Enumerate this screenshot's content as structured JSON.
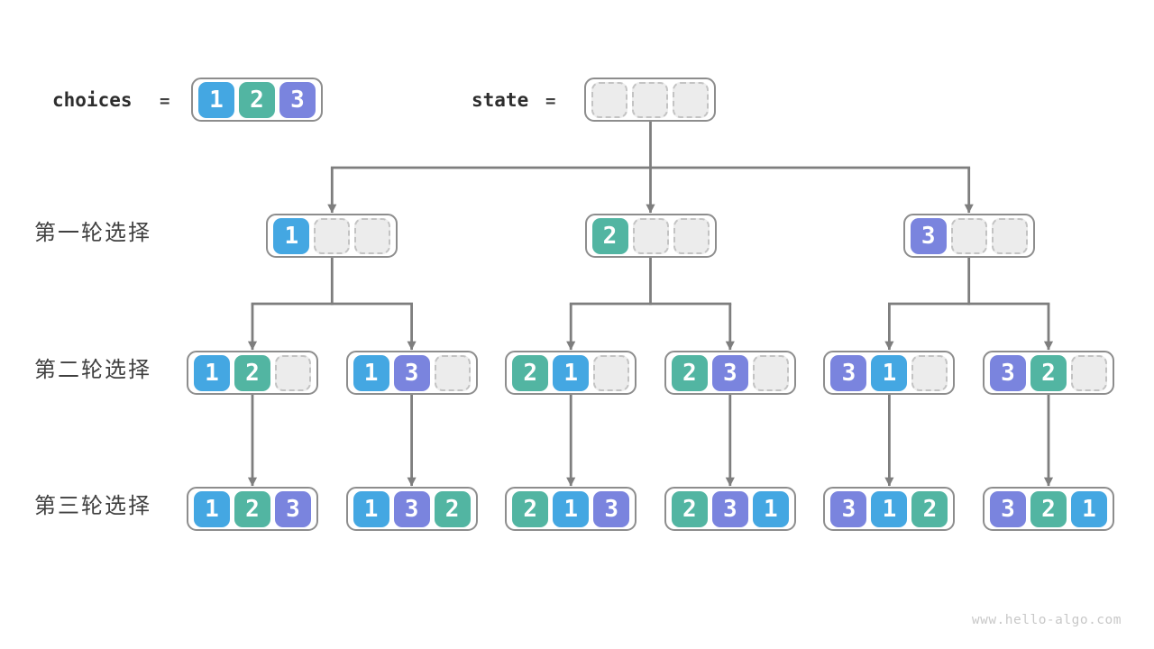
{
  "header": {
    "choices_label": "choices",
    "equals": "=",
    "state_label": "state"
  },
  "choices": [
    "1",
    "2",
    "3"
  ],
  "state": [
    "",
    "",
    ""
  ],
  "row_labels": [
    "第一轮选择",
    "第二轮选择",
    "第三轮选择"
  ],
  "tree_levels": [
    [
      [
        "1",
        "",
        ""
      ],
      [
        "2",
        "",
        ""
      ],
      [
        "3",
        "",
        ""
      ]
    ],
    [
      [
        "1",
        "2",
        ""
      ],
      [
        "1",
        "3",
        ""
      ],
      [
        "2",
        "1",
        ""
      ],
      [
        "2",
        "3",
        ""
      ],
      [
        "3",
        "1",
        ""
      ],
      [
        "3",
        "2",
        ""
      ]
    ],
    [
      [
        "1",
        "2",
        "3"
      ],
      [
        "1",
        "3",
        "2"
      ],
      [
        "2",
        "1",
        "3"
      ],
      [
        "2",
        "3",
        "1"
      ],
      [
        "3",
        "1",
        "2"
      ],
      [
        "3",
        "2",
        "1"
      ]
    ]
  ],
  "colors": {
    "value_1": "#44a7e2",
    "value_2": "#52b5a2",
    "value_3": "#7a84de",
    "empty_fill": "#ececec",
    "empty_border": "#c3c3c3",
    "node_border": "#8d8d8d",
    "connector": "#7e7e7e",
    "label_text": "#404040",
    "header_text": "#2d2d2d",
    "watermark_text": "#c8c8c8"
  },
  "watermark": "www.hello-algo.com"
}
